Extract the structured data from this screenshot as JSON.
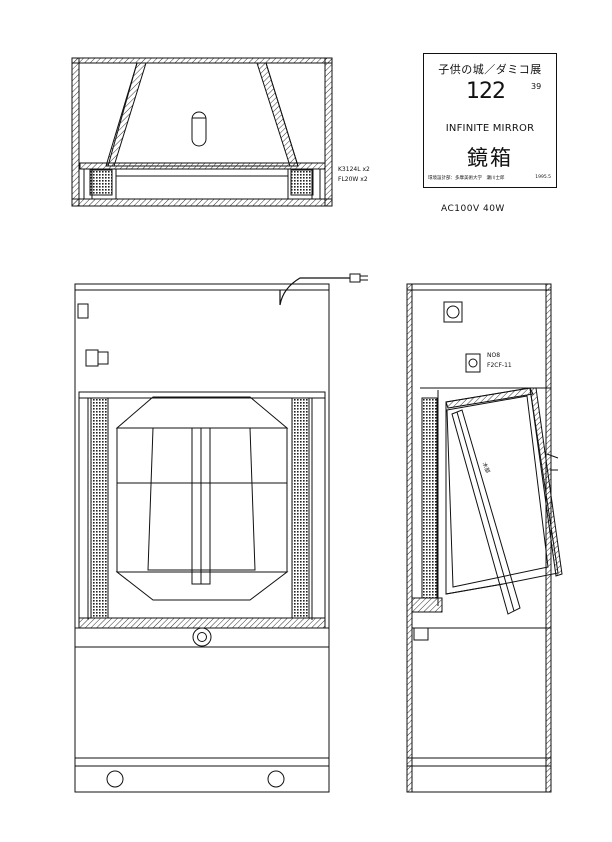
{
  "title_block": {
    "exhibition": "子供の城／ダミコ展",
    "number": "122",
    "sub_number": "39",
    "title_en": "INFINITE MIRROR",
    "title_jp": "鏡箱",
    "credit": "環境設計部：多摩美術大学　瀬川士郎",
    "date": "1995.5"
  },
  "power_spec": "AC100V  40W",
  "lamp_spec_1": "K3124L x2",
  "lamp_spec_2": "FL20W x2",
  "part_label_1": "NO8",
  "part_label_2": "F2CF-11",
  "mirror_label": "木部",
  "colors": {
    "line": "#111111",
    "hatch": "#333333",
    "paper": "#ffffff"
  }
}
